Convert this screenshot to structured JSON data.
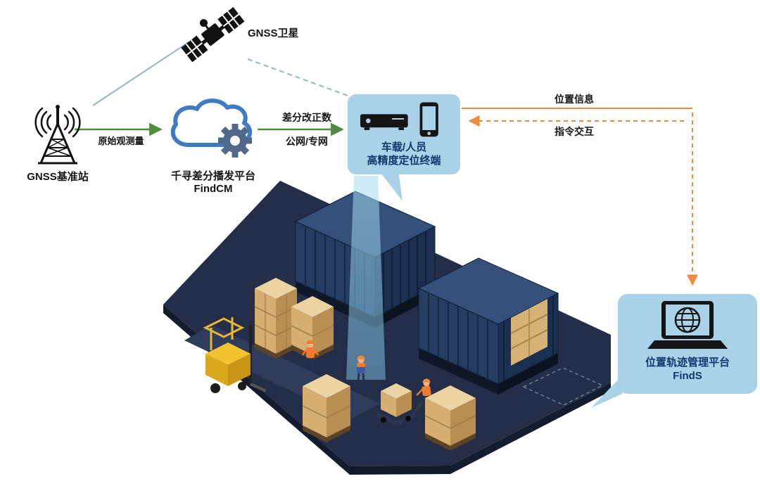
{
  "colors": {
    "bubble_bg": "#a9d2e8",
    "bubble_text": "#14366b",
    "arrow_green": "#4e8c3f",
    "arrow_orange": "#f08a3c",
    "line_teal": "#8fb8c2",
    "cloud_blue": "#3d7cc2",
    "gear_slate": "#50698a",
    "ground_navy": "#242e49",
    "container_navy": "#243d61",
    "box_tan": "#d6ae72",
    "forklift_yellow": "#f2c230",
    "beam_blue": "#8ecde9"
  },
  "icons": [
    "satellite-icon",
    "antenna-tower-icon",
    "cloud-icon",
    "gear-icon",
    "gnss-receiver-icon",
    "smartphone-icon",
    "laptop-icon",
    "globe-icon"
  ],
  "nodes": {
    "satellite": {
      "label": "GNSS卫星"
    },
    "base_station": {
      "label": "GNSS基准站"
    },
    "cloud": {
      "title": "千寻差分播发平台",
      "subtitle": "FindCM"
    },
    "terminal": {
      "line1": "车载/人员",
      "line2": "高精度定位终端"
    },
    "platform": {
      "title": "位置轨迹管理平台",
      "subtitle": "FindS"
    }
  },
  "edges": {
    "raw_obs": {
      "label": "原始观测量"
    },
    "correction": {
      "label_top": "差分改正数",
      "label_bottom": "公网/专网"
    },
    "position_info": {
      "label": "位置信息"
    },
    "command": {
      "label": "指令交互"
    }
  }
}
